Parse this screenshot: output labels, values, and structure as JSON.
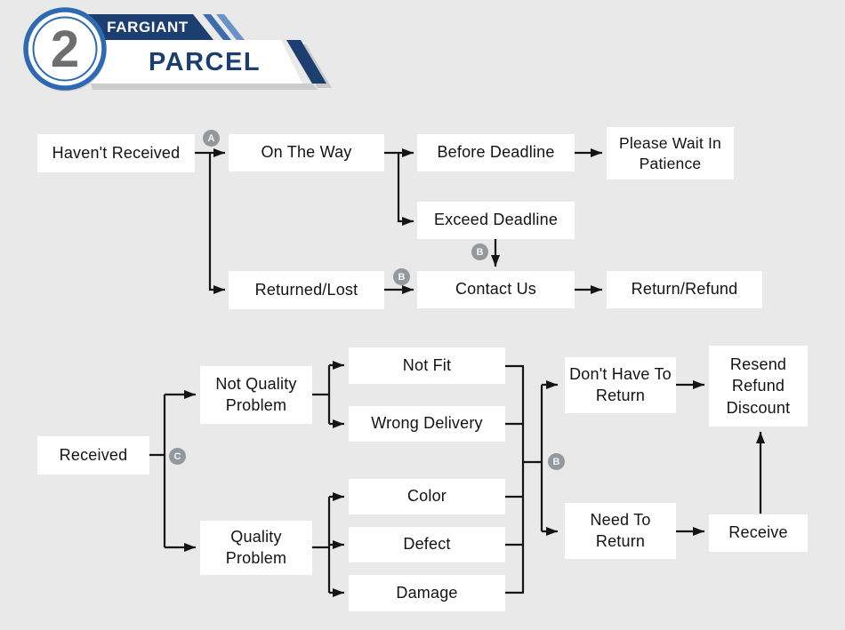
{
  "header": {
    "step_number": "2",
    "brand": "FARGIANT",
    "product": "PARCEL"
  },
  "colors": {
    "background": "#e9e9e9",
    "navy": "#1c3e70",
    "circle_blue": "#2e6ab2",
    "stripe_blue_dark": "#3d6cae",
    "stripe_blue_light": "#6b92c8",
    "badge_gray": "#95989a",
    "node_background": "#ffffff",
    "line_black": "#141414"
  },
  "badges": {
    "a": "A",
    "b": "B",
    "c": "C"
  },
  "diagram": {
    "nodes": {
      "havent_received": {
        "label": "Haven't Received"
      },
      "on_the_way": {
        "label": "On The Way"
      },
      "before_deadline": {
        "label": "Before Deadline"
      },
      "please_wait": {
        "label": "Please Wait In Patience"
      },
      "exceed_deadline": {
        "label": "Exceed Deadline"
      },
      "contact_us": {
        "label": "Contact Us"
      },
      "returned_lost": {
        "label": "Returned/Lost"
      },
      "return_refund": {
        "label": "Return/Refund"
      },
      "received": {
        "label": "Received"
      },
      "not_quality_problem": {
        "label": "Not Quality Problem"
      },
      "quality_problem": {
        "label": "Quality Problem"
      },
      "not_fit": {
        "label": "Not Fit"
      },
      "wrong_delivery": {
        "label": "Wrong Delivery"
      },
      "color": {
        "label": "Color"
      },
      "defect": {
        "label": "Defect"
      },
      "damage": {
        "label": "Damage"
      },
      "dont_have_to_return": {
        "label": "Don't Have To Return"
      },
      "need_to_return": {
        "label": "Need To Return"
      },
      "resend_refund_discount": {
        "label": "Resend Refund Discount"
      },
      "receive": {
        "label": "Receive"
      }
    },
    "edges": [
      {
        "from": "havent_received",
        "to": "on_the_way",
        "badge": "A"
      },
      {
        "from": "havent_received",
        "to": "returned_lost",
        "badge": "A"
      },
      {
        "from": "on_the_way",
        "to": "before_deadline",
        "badge": ""
      },
      {
        "from": "on_the_way",
        "to": "exceed_deadline",
        "badge": ""
      },
      {
        "from": "before_deadline",
        "to": "please_wait",
        "badge": ""
      },
      {
        "from": "exceed_deadline",
        "to": "contact_us",
        "badge": "B"
      },
      {
        "from": "returned_lost",
        "to": "contact_us",
        "badge": "B"
      },
      {
        "from": "contact_us",
        "to": "return_refund",
        "badge": ""
      },
      {
        "from": "received",
        "to": "not_quality_problem",
        "badge": "C"
      },
      {
        "from": "received",
        "to": "quality_problem",
        "badge": "C"
      },
      {
        "from": "not_quality_problem",
        "to": "not_fit",
        "badge": ""
      },
      {
        "from": "not_quality_problem",
        "to": "wrong_delivery",
        "badge": ""
      },
      {
        "from": "quality_problem",
        "to": "color",
        "badge": ""
      },
      {
        "from": "quality_problem",
        "to": "defect",
        "badge": ""
      },
      {
        "from": "quality_problem",
        "to": "damage",
        "badge": ""
      },
      {
        "from": "not_fit",
        "to": "dont_have_to_return",
        "badge": "B"
      },
      {
        "from": "wrong_delivery",
        "to": "dont_have_to_return",
        "badge": "B"
      },
      {
        "from": "color",
        "to": "need_to_return",
        "badge": "B"
      },
      {
        "from": "defect",
        "to": "need_to_return",
        "badge": "B"
      },
      {
        "from": "damage",
        "to": "need_to_return",
        "badge": "B"
      },
      {
        "from": "dont_have_to_return",
        "to": "resend_refund_discount",
        "badge": ""
      },
      {
        "from": "need_to_return",
        "to": "receive",
        "badge": ""
      },
      {
        "from": "receive",
        "to": "resend_refund_discount",
        "badge": ""
      }
    ]
  }
}
